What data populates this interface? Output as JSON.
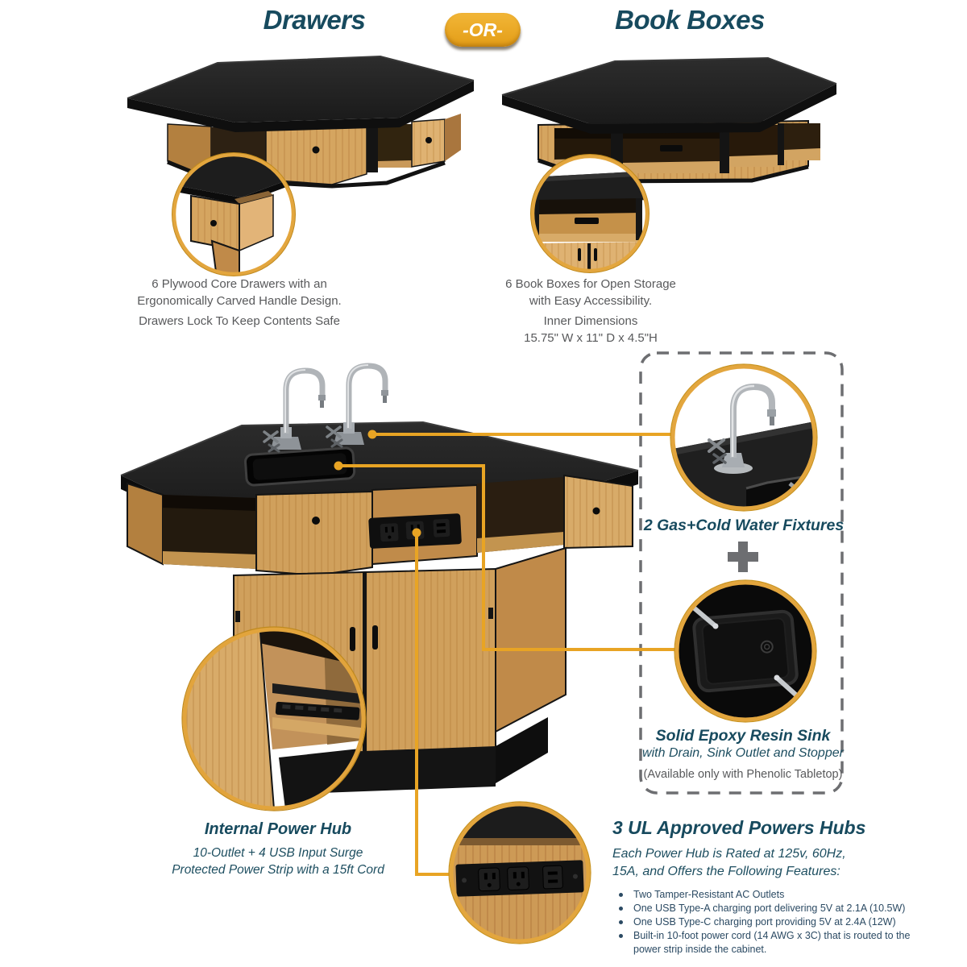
{
  "header": {
    "left_title": "Drawers",
    "or_badge": "-OR-",
    "right_title": "Book Boxes"
  },
  "drawers": {
    "caption_1": "6 Plywood Core Drawers with an",
    "caption_2": "Ergonomically Carved Handle Design.",
    "caption_3": "Drawers Lock To Keep Contents Safe"
  },
  "book_boxes": {
    "caption_1": "6 Book Boxes for Open Storage",
    "caption_2": "with Easy Accessibility.",
    "caption_3": "Inner Dimensions",
    "caption_4": "15.75\" W x 11\" D x 4.5\"H"
  },
  "fixtures": {
    "title": "2 Gas+Cold Water Fixtures"
  },
  "sink": {
    "title": "Solid Epoxy Resin Sink",
    "subtitle": "with Drain, Sink Outlet and Stopper",
    "note": "(Available only with Phenolic Tabletop)"
  },
  "internal_power_hub": {
    "title": "Internal Power Hub",
    "line_1": "10-Outlet + 4 USB Input Surge",
    "line_2": "Protected Power Strip with a 15ft Cord"
  },
  "power_hubs": {
    "title": "3 UL Approved Powers Hubs",
    "subtitle_1": "Each Power Hub is Rated at 125v, 60Hz,",
    "subtitle_2": "15A, and Offers the Following Features:",
    "features": [
      "Two Tamper-Resistant AC Outlets",
      "One USB Type-A charging port delivering 5V at 2.1A (10.5W)",
      "One USB Type-C charging port providing 5V at 2.4A (12W)",
      "Built-in 10-foot power cord (14 AWG x 3C) that is routed to the power strip inside the cabinet."
    ]
  },
  "icons": {
    "plus": "plus-icon",
    "or_badge": "or-pill-badge",
    "callouts": "gold-callout-lines"
  },
  "colors": {
    "accent_gold": "#E8A424",
    "ring_gold": "#E3A63E",
    "heading_teal": "#174A5E",
    "body_gray": "#58595B",
    "bullet_navy": "#2B4A63",
    "dash_gray": "#6D6E71",
    "tabletop_black": "#1F1F1F",
    "wood": "#CE9A55"
  }
}
